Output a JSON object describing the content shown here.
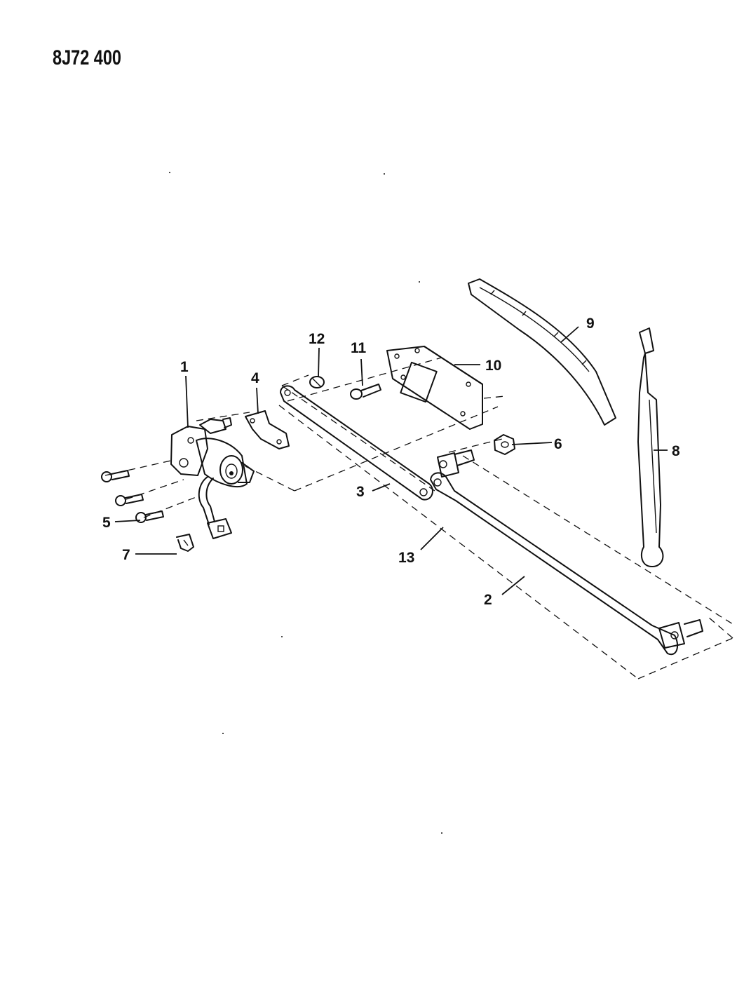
{
  "diagram_id": "8J72 400",
  "callouts": {
    "c1": "1",
    "c2": "2",
    "c3": "3",
    "c4": "4",
    "c5": "5",
    "c6": "6",
    "c7": "7",
    "c8": "8",
    "c9": "9",
    "c10": "10",
    "c11": "11",
    "c12": "12",
    "c13": "13"
  },
  "colors": {
    "ink": "#111111",
    "paper": "#ffffff"
  }
}
